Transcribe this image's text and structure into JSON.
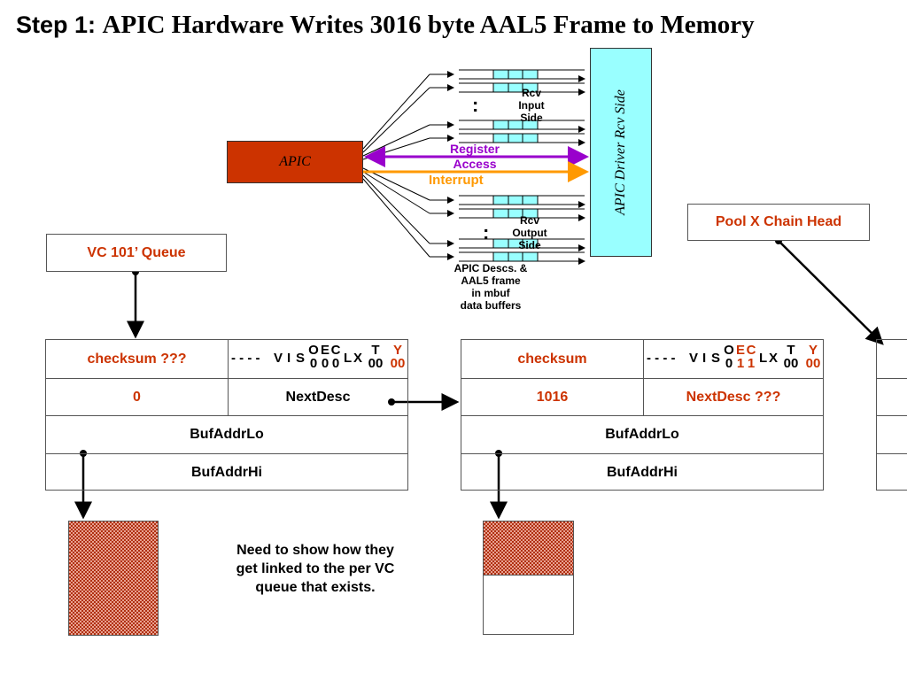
{
  "title": {
    "part1": "Step 1: ",
    "part2": "APIC Hardware Writes 3016 byte AAL5 Frame to Memory"
  },
  "apic_label": "APIC",
  "driver_label": "APIC Driver Rcv Side",
  "register_access": {
    "line1": "Register",
    "line2": "Access"
  },
  "interrupt_label": "Interrupt",
  "rcv_input": {
    "line1": "Rcv",
    "line2": "Input",
    "line3": "Side"
  },
  "rcv_output": {
    "line1": "Rcv",
    "line2": "Output",
    "line3": "Side"
  },
  "ellipsis": ":",
  "apic_descs": {
    "line1": "APIC Descs. &",
    "line2": "AAL5 frame",
    "line3": "in mbuf",
    "line4": "data buffers"
  },
  "vc_queue_label": "VC 101’ Queue",
  "pool_chain_label": "Pool X Chain Head",
  "note": {
    "line1": "Need to show how they",
    "line2": "get linked to the per VC",
    "line3": "queue that exists."
  },
  "desc1": {
    "checksum": "checksum ???",
    "dashes": "- - - -",
    "flags": {
      "V": "V",
      "I": "I",
      "S": "S",
      "O": "O",
      "O_val": "0",
      "E": "E",
      "E_val": "0",
      "C": "C",
      "C_val": "0",
      "L": "L",
      "X": "X",
      "T": "T",
      "T_val": "00",
      "Y": "Y",
      "Y_val": "00"
    },
    "count": "0",
    "next": "NextDesc",
    "buf_lo": "BufAddrLo",
    "buf_hi": "BufAddrHi"
  },
  "desc2": {
    "checksum": "checksum",
    "dashes": "- - - -",
    "flags": {
      "V": "V",
      "I": "I",
      "S": "S",
      "O": "O",
      "O_val": "0",
      "E": "E",
      "E_val": "1",
      "C": "C",
      "C_val": "1",
      "L": "L",
      "X": "X",
      "T": "T",
      "T_val": "00",
      "Y": "Y",
      "Y_val": "00"
    },
    "count": "1016",
    "next": "NextDesc ???",
    "buf_lo": "BufAddrLo",
    "buf_hi": "BufAddrHi"
  },
  "colors": {
    "apic": "#cc3300",
    "driver": "#99ffff",
    "register_access": "#9900cc",
    "interrupt": "#ff9900",
    "red_text": "#cc3300",
    "buffer_cell": "#99ffff"
  }
}
